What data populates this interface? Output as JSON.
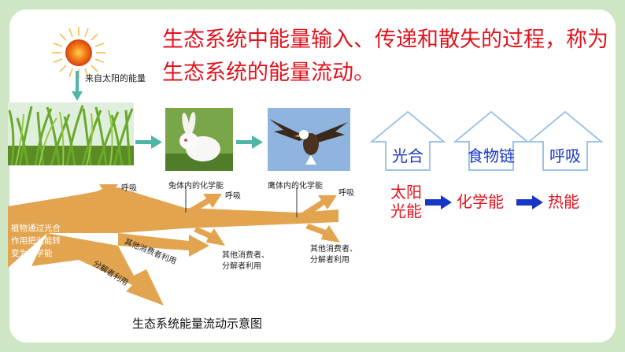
{
  "title": {
    "line1": "生态系统中能量输入、传递和散失的过程，称为",
    "line2": "生态系统的能量流动。"
  },
  "diagram": {
    "sun_label": "来自太阳的能量",
    "photosynthesis_text": [
      "植物通过光合",
      "作用把光能转",
      "变为化学能"
    ],
    "respiration_1": "呼吸",
    "respiration_2": "呼吸",
    "respiration_3": "呼吸",
    "rabbit_energy": "兔体内的化学能",
    "eagle_energy": "鹰体内的化学能",
    "other_consumers_1": "其他消费者利用",
    "decomposers_1": "分解者利用",
    "other_consumers_2": [
      "其他消费者、",
      "分解者利用"
    ],
    "other_consumers_3": [
      "其他消费者、",
      "分解者利用"
    ],
    "caption": "生态系统能量流动示意图"
  },
  "summary": {
    "processes": [
      "光合",
      "食物链",
      "呼吸"
    ],
    "chain_start": [
      "太阳",
      "光能"
    ],
    "chain_mid": "化学能",
    "chain_end": "热能"
  },
  "colors": {
    "title": "#e0141e",
    "flow": "#e2a44f",
    "blue_text": "#1836c8",
    "background": "#cfe6c4"
  }
}
